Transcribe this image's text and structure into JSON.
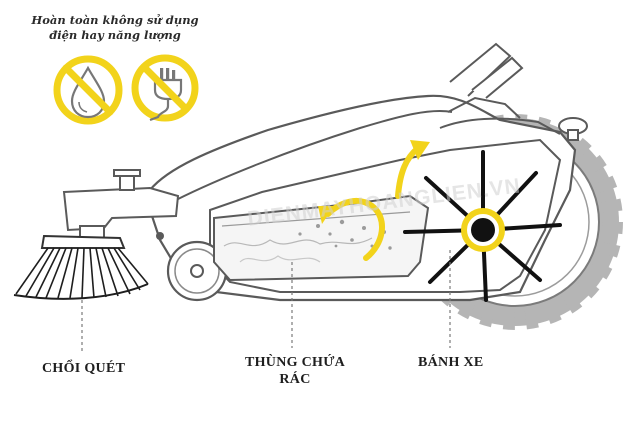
{
  "caption": {
    "line1": "Hoàn toàn không sử dụng",
    "line2": "điện hay năng lượng"
  },
  "icons": [
    {
      "name": "no-water-icon"
    },
    {
      "name": "no-electric-plug-icon"
    }
  ],
  "labels": {
    "broom": "CHỔI QUÉT",
    "bin_line1": "THÙNG CHỨA",
    "bin_line2": "RÁC",
    "wheel": "BÁNH XE"
  },
  "watermark": "DIENMAYHOANGLIEN.VN",
  "colors": {
    "accent": "#f2d31b",
    "outline": "#5a5a5a",
    "shading": "#bdbdbd",
    "text": "#1e1e1e"
  }
}
